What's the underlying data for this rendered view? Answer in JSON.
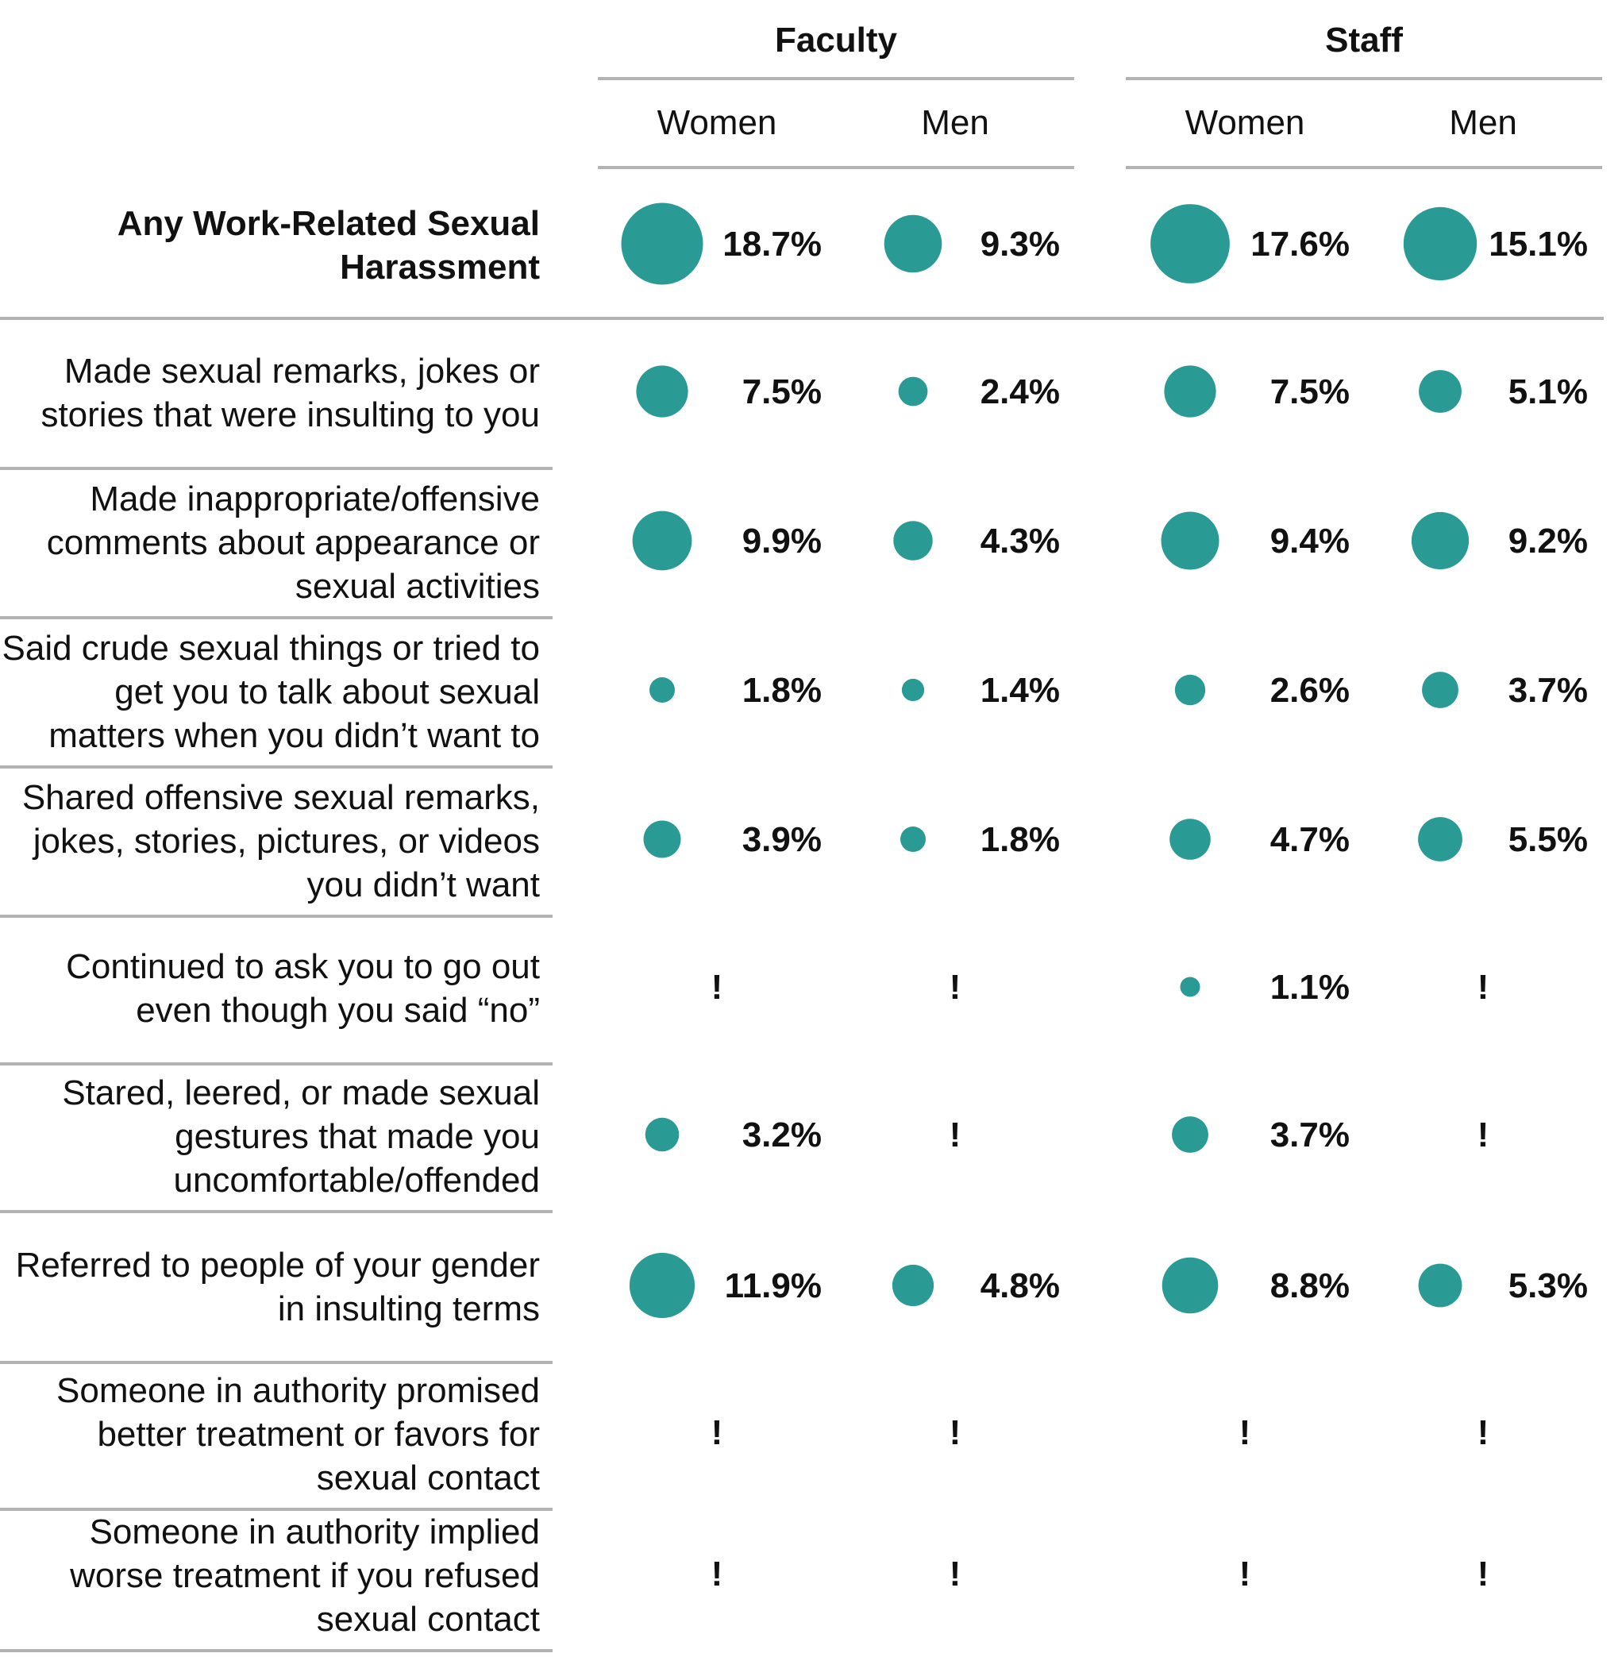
{
  "colors": {
    "dot": "#2a9a94",
    "rule": "#b3b3b3"
  },
  "header": {
    "groups": [
      "Faculty",
      "Staff"
    ],
    "subgroups": [
      "Women",
      "Men",
      "Women",
      "Men"
    ]
  },
  "suppressed_marker": "!",
  "chart_data": {
    "type": "table",
    "groups": [
      "Faculty",
      "Staff"
    ],
    "columns": [
      "Faculty Women",
      "Faculty Men",
      "Staff Women",
      "Staff Men"
    ],
    "rows": [
      {
        "label": "Any Work-Related Sexual Harassment",
        "values": [
          18.7,
          9.3,
          17.6,
          15.1
        ],
        "text": [
          "18.7%",
          "9.3%",
          "17.6%",
          "15.1%"
        ]
      },
      {
        "label": "Made sexual remarks, jokes or stories that were insulting to you",
        "values": [
          7.5,
          2.4,
          7.5,
          5.1
        ],
        "text": [
          "7.5%",
          "2.4%",
          "7.5%",
          "5.1%"
        ]
      },
      {
        "label": "Made inappropriate/offensive comments about appearance or sexual activities",
        "values": [
          9.9,
          4.3,
          9.4,
          9.2
        ],
        "text": [
          "9.9%",
          "4.3%",
          "9.4%",
          "9.2%"
        ]
      },
      {
        "label": "Said crude sexual things or tried to get you to talk about sexual matters when you didn’t want to",
        "values": [
          1.8,
          1.4,
          2.6,
          3.7
        ],
        "text": [
          "1.8%",
          "1.4%",
          "2.6%",
          "3.7%"
        ]
      },
      {
        "label": "Shared offensive sexual remarks, jokes, stories, pictures, or videos you didn’t want",
        "values": [
          3.9,
          1.8,
          4.7,
          5.5
        ],
        "text": [
          "3.9%",
          "1.8%",
          "4.7%",
          "5.5%"
        ]
      },
      {
        "label": "Continued to ask you to go out even though you said “no”",
        "values": [
          null,
          null,
          1.1,
          null
        ],
        "text": [
          "!",
          "!",
          "1.1%",
          "!"
        ]
      },
      {
        "label": "Stared, leered, or made sexual gestures that made you uncomfortable/offended",
        "values": [
          3.2,
          null,
          3.7,
          null
        ],
        "text": [
          "3.2%",
          "!",
          "3.7%",
          "!"
        ]
      },
      {
        "label": "Referred to people of your gender in insulting terms",
        "values": [
          11.9,
          4.8,
          8.8,
          5.3
        ],
        "text": [
          "11.9%",
          "4.8%",
          "8.8%",
          "5.3%"
        ]
      },
      {
        "label": "Someone in authority promised better treatment or favors for sexual contact",
        "values": [
          null,
          null,
          null,
          null
        ],
        "text": [
          "!",
          "!",
          "!",
          "!"
        ]
      },
      {
        "label": "Someone in authority implied worse treatment if you refused sexual contact",
        "values": [
          null,
          null,
          null,
          null
        ],
        "text": [
          "!",
          "!",
          "!",
          "!"
        ]
      }
    ]
  }
}
